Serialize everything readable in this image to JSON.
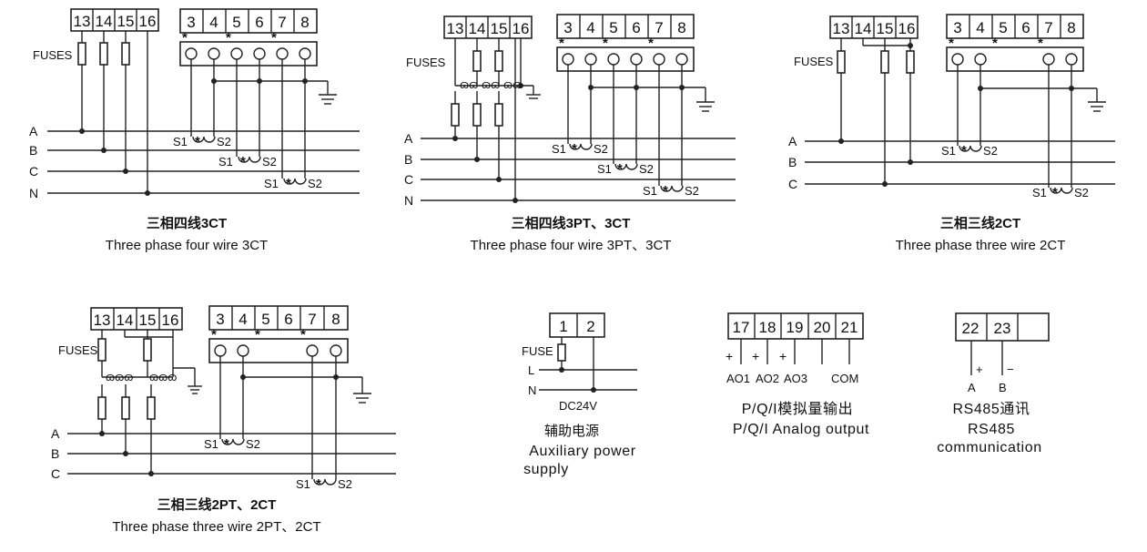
{
  "diagrams": {
    "d1": {
      "caption_cn": "三相四线3CT",
      "caption_en": "Three phase four wire 3CT",
      "fuses_label": "FUSES",
      "left_terminals": [
        "13",
        "14",
        "15",
        "16"
      ],
      "right_terminals": [
        "3",
        "4",
        "5",
        "6",
        "7",
        "8"
      ],
      "phases": [
        "A",
        "B",
        "C",
        "N"
      ],
      "ct_labels": [
        "S1",
        "S2",
        "S1",
        "S2",
        "S1",
        "S2"
      ]
    },
    "d2": {
      "caption_cn": "三相四线3PT、3CT",
      "caption_en": "Three phase four wire 3PT、3CT",
      "fuses_label": "FUSES",
      "left_terminals": [
        "13",
        "14",
        "15",
        "16"
      ],
      "right_terminals": [
        "3",
        "4",
        "5",
        "6",
        "7",
        "8"
      ],
      "phases": [
        "A",
        "B",
        "C",
        "N"
      ],
      "ct_labels": [
        "S1",
        "S2",
        "S1",
        "S2",
        "S1",
        "S2"
      ]
    },
    "d3": {
      "caption_cn": "三相三线2CT",
      "caption_en": "Three phase three wire 2CT",
      "fuses_label": "FUSES",
      "left_terminals": [
        "13",
        "14",
        "15",
        "16"
      ],
      "right_terminals": [
        "3",
        "4",
        "5",
        "6",
        "7",
        "8"
      ],
      "phases": [
        "A",
        "B",
        "C"
      ],
      "ct_labels": [
        "S1",
        "S2",
        "S1",
        "S2"
      ]
    },
    "d4": {
      "caption_cn": "三相三线2PT、2CT",
      "caption_en": "Three phase three wire 2PT、2CT",
      "fuses_label": "FUSES",
      "left_terminals": [
        "13",
        "14",
        "15",
        "16"
      ],
      "right_terminals": [
        "3",
        "4",
        "5",
        "6",
        "7",
        "8"
      ],
      "phases": [
        "A",
        "B",
        "C"
      ],
      "ct_labels": [
        "S1",
        "S2",
        "S1",
        "S2"
      ]
    },
    "d5": {
      "terminals": [
        "1",
        "2"
      ],
      "fuse_label": "FUSE",
      "l_label": "L",
      "n_label": "N",
      "voltage_label": "DC24V",
      "caption_cn": "辅助电源",
      "caption_en_line1": "Auxiliary power",
      "caption_en_line2": "supply"
    },
    "d6": {
      "terminals": [
        "17",
        "18",
        "19",
        "20",
        "21"
      ],
      "plus_signs": [
        "+",
        "+",
        "+"
      ],
      "outputs": [
        "AO1",
        "AO2",
        "AO3"
      ],
      "com_label": "COM",
      "caption_cn": "P/Q/I模拟量输出",
      "caption_en": "P/Q/I Analog output"
    },
    "d7": {
      "terminals": [
        "22",
        "23",
        ""
      ],
      "plus_sign": "+",
      "minus_sign": "−",
      "label_a": "A",
      "label_b": "B",
      "caption_cn": "RS485通讯",
      "caption_en_line1": "RS485",
      "caption_en_line2": "communication"
    }
  }
}
